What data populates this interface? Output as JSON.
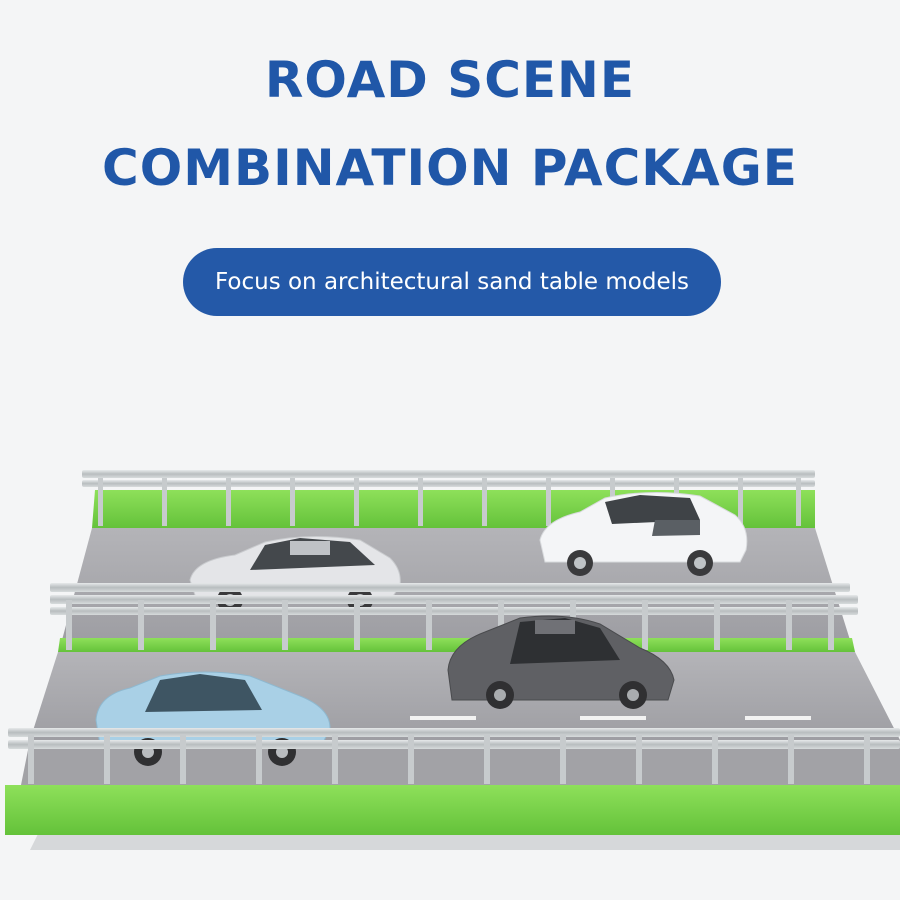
{
  "header": {
    "title_line_1": "ROAD SCENE",
    "title_line_2": "COMBINATION PACKAGE",
    "tagline": "Focus on architectural sand table models"
  },
  "colors": {
    "title_blue": "#2057a8",
    "pill_blue": "#2459a8",
    "grass_green": "#7dd64a",
    "asphalt_gray": "#a8a8ac",
    "rail_silver": "#c8ccce",
    "car_white": "#f4f5f7",
    "car_silver": "#e2e3e6",
    "car_dark_gray": "#5f6064",
    "car_light_blue": "#a9d0e6"
  },
  "scene": {
    "description_icons": [
      "road-model",
      "guardrail",
      "grass-strip",
      "toy-car"
    ]
  }
}
